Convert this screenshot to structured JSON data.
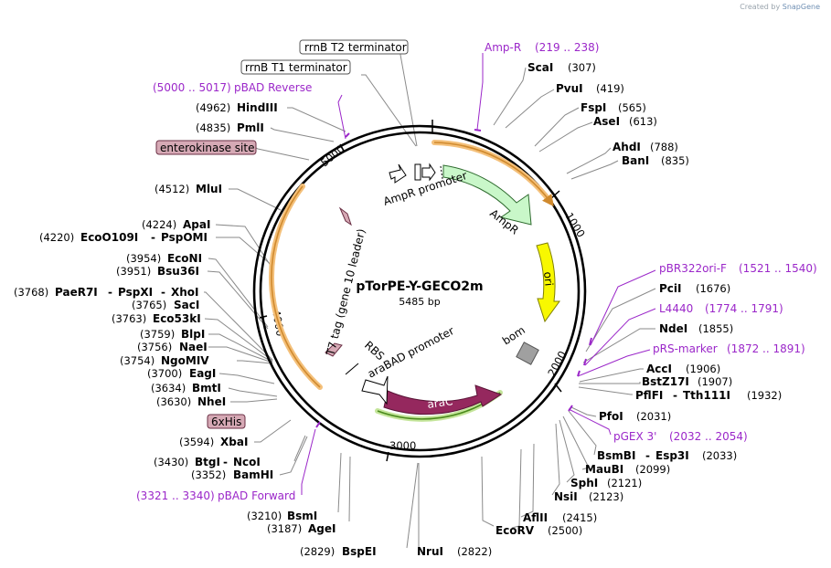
{
  "credit": {
    "prefix": "Created by",
    "brand": "SnapGene"
  },
  "plasmid": {
    "name": "pTorPE-Y-GECO2m",
    "size": "5485 bp"
  },
  "ring_ticks": [
    "1000",
    "2000",
    "3000",
    "4000",
    "5000"
  ],
  "features": {
    "ampr_promoter": "AmpR promoter",
    "ampr": "AmpR",
    "ori": "ori",
    "bom": "bom",
    "arac": "araC",
    "arabad_promoter": "araBAD promoter",
    "rbs": "RBS",
    "t7tag": "T7 tag (gene 10 leader)"
  },
  "boxed_labels": {
    "rrnb_t2": "rrnB T2 terminator",
    "rrnb_t1": "rrnB T1 terminator",
    "enterokinase": "enterokinase site",
    "his6": "6xHis"
  },
  "primers": {
    "ampr_p": {
      "name": "Amp-R",
      "pos": "(219 .. 238)"
    },
    "pbad_rev": {
      "name": "pBAD Reverse",
      "pos": "(5000 .. 5017)"
    },
    "pbr322": {
      "name": "pBR322ori-F",
      "pos": "(1521 .. 1540)"
    },
    "l4440": {
      "name": "L4440",
      "pos": "(1774 .. 1791)"
    },
    "prs": {
      "name": "pRS-marker",
      "pos": "(1872 .. 1891)"
    },
    "pgex": {
      "name": "pGEX 3'",
      "pos": "(2032 .. 2054)"
    },
    "pbad_fwd": {
      "name": "pBAD Forward",
      "pos": "(3321 .. 3340)"
    }
  },
  "sites": {
    "scai": {
      "name": "ScaI",
      "pos": "(307)"
    },
    "pvui": {
      "name": "PvuI",
      "pos": "(419)"
    },
    "fspi": {
      "name": "FspI",
      "pos": "(565)"
    },
    "asei": {
      "name": "AseI",
      "pos": "(613)"
    },
    "ahdi": {
      "name": "AhdI",
      "pos": "(788)"
    },
    "bani": {
      "name": "BanI",
      "pos": "(835)"
    },
    "pcii": {
      "name": "PciI",
      "pos": "(1676)"
    },
    "ndei": {
      "name": "NdeI",
      "pos": "(1855)"
    },
    "acci": {
      "name": "AccI",
      "pos": "(1906)"
    },
    "bstz17i": {
      "name": "BstZ17I",
      "pos": "(1907)"
    },
    "pflfi": {
      "name": "PflFI",
      "name2": "Tth111I",
      "pos": "(1932)"
    },
    "pfoi": {
      "name": "PfoI",
      "pos": "(2031)"
    },
    "bsmbi": {
      "name": "BsmBI",
      "name2": "Esp3I",
      "pos": "(2033)"
    },
    "maubi": {
      "name": "MauBI",
      "pos": "(2099)"
    },
    "sphi": {
      "name": "SphI",
      "pos": "(2121)"
    },
    "nsii": {
      "name": "NsiI",
      "pos": "(2123)"
    },
    "aflii": {
      "name": "AflII",
      "pos": "(2415)"
    },
    "ecorv": {
      "name": "EcoRV",
      "pos": "(2500)"
    },
    "nrui": {
      "name": "NruI",
      "pos": "(2822)"
    },
    "bspei": {
      "name": "BspEI",
      "pos": "(2829)"
    },
    "agei": {
      "name": "AgeI",
      "pos": "(3187)"
    },
    "bsmi": {
      "name": "BsmI",
      "pos": "(3210)"
    },
    "bamhi": {
      "name": "BamHI",
      "pos": "(3352)"
    },
    "btgi": {
      "name": "BtgI",
      "name2": "NcoI",
      "pos": "(3430)"
    },
    "xbai": {
      "name": "XbaI",
      "pos": "(3594)"
    },
    "nhei": {
      "name": "NheI",
      "pos": "(3630)"
    },
    "bmti": {
      "name": "BmtI",
      "pos": "(3634)"
    },
    "eagi": {
      "name": "EagI",
      "pos": "(3700)"
    },
    "ngomiv": {
      "name": "NgoMIV",
      "pos": "(3754)"
    },
    "naei": {
      "name": "NaeI",
      "pos": "(3756)"
    },
    "blpi": {
      "name": "BlpI",
      "pos": "(3759)"
    },
    "eco53ki": {
      "name": "Eco53kI",
      "pos": "(3763)"
    },
    "saci": {
      "name": "SacI",
      "pos": "(3765)"
    },
    "paer7i": {
      "name": "PaeR7I",
      "name2": "PspXI",
      "name3": "XhoI",
      "pos": "(3768)"
    },
    "bsu36i": {
      "name": "Bsu36I",
      "pos": "(3951)"
    },
    "econi": {
      "name": "EcoNI",
      "pos": "(3954)"
    },
    "ecoo109i": {
      "name": "EcoO109I",
      "name2": "PspOMI",
      "pos": "(4220)"
    },
    "apai": {
      "name": "ApaI",
      "pos": "(4224)"
    },
    "mlui": {
      "name": "MluI",
      "pos": "(4512)"
    },
    "pmli": {
      "name": "PmlI",
      "pos": "(4835)"
    },
    "hindiii": {
      "name": "HindIII",
      "pos": "(4962)"
    }
  },
  "colors": {
    "ampr_fill": "#c9f7c9",
    "ori_fill": "#f8f800",
    "arac_fill": "#95285e",
    "bom_fill": "#a0a0a0",
    "primer": "#9b27c9",
    "feature_highlight": "#f4c07a",
    "boxed_fill": "#d6a9b5"
  }
}
